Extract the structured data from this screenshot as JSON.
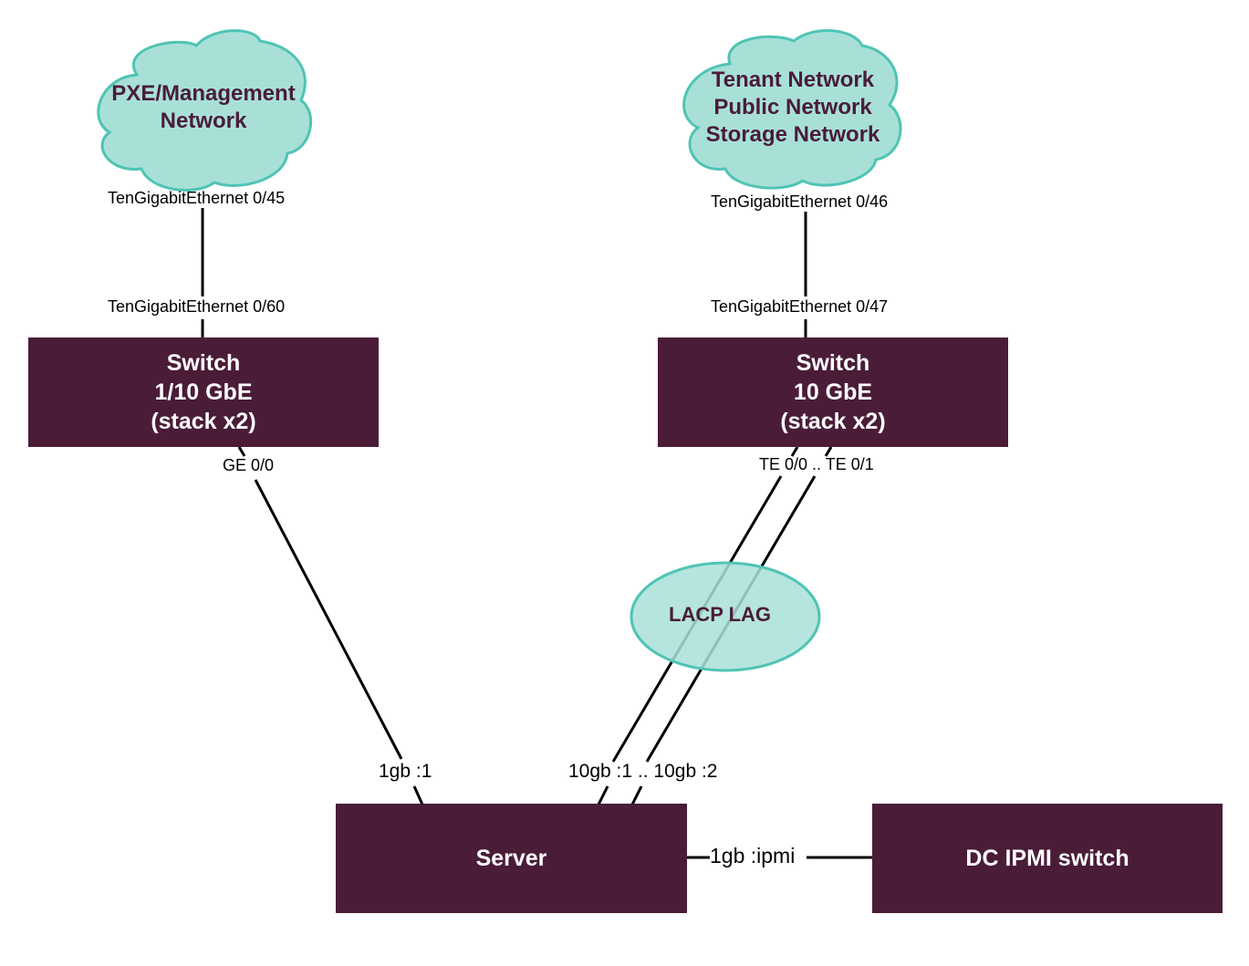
{
  "clouds": {
    "pxe": {
      "lines": [
        "PXE/Management",
        "Network"
      ]
    },
    "tenant": {
      "lines": [
        "Tenant Network",
        "Public Network",
        "Storage Network"
      ]
    }
  },
  "ports": {
    "pxe_uplink": "TenGigabitEthernet 0/45",
    "switch1_uplink": "TenGigabitEthernet 0/60",
    "tenant_uplink": "TenGigabitEthernet 0/46",
    "switch2_uplink": "TenGigabitEthernet 0/47",
    "switch1_down": "GE 0/0",
    "switch2_down": "TE 0/0 .. TE 0/1",
    "server_1gb": "1gb :1",
    "server_10gb": "10gb :1 .. 10gb :2",
    "ipmi": "1gb :ipmi"
  },
  "switches": {
    "sw1": {
      "lines": [
        "Switch",
        "1/10 GbE",
        "(stack x2)"
      ]
    },
    "sw2": {
      "lines": [
        "Switch",
        "10 GbE",
        "(stack x2)"
      ]
    }
  },
  "server": {
    "label": "Server"
  },
  "ipmi_switch": {
    "label": "DC IPMI switch"
  },
  "lag": {
    "label": "LACP LAG"
  },
  "colors": {
    "box": "#4a1c38",
    "cloud_fill": "#a8e0d8",
    "cloud_stroke": "#4fc4b4",
    "line": "#000000"
  }
}
